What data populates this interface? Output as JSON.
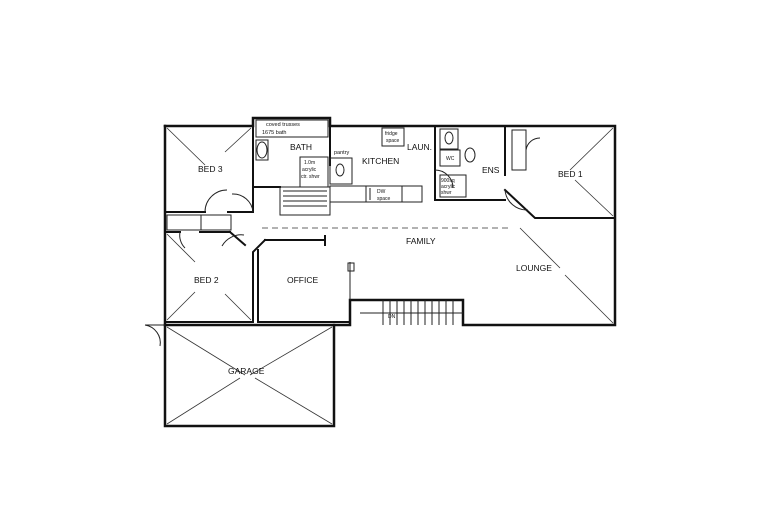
{
  "rooms": {
    "bed3": "BED 3",
    "bath": "BATH",
    "kitchen": "KITCHEN",
    "laundry": "LAUN.",
    "ensuite": "ENS",
    "bed1": "BED 1",
    "family": "FAMILY",
    "bed2": "BED 2",
    "office": "OFFICE",
    "lounge": "LOUNGE",
    "garage": "GARAGE"
  },
  "notes": {
    "coved_trusses": "coved trusses",
    "bath_size": "1675 bath",
    "shower_bath_1": "1.0m",
    "shower_bath_2": "acrylic",
    "shower_bath_3": "ctr. shwr",
    "pantry": "pantry",
    "fridge_1": "fridge",
    "fridge_2": "space",
    "dw_1": "DW",
    "dw_2": "space",
    "wc_1": "WC",
    "shower_ens_1": "900sq",
    "shower_ens_2": "acrylic",
    "shower_ens_3": "shwr",
    "stairs": "DN"
  }
}
